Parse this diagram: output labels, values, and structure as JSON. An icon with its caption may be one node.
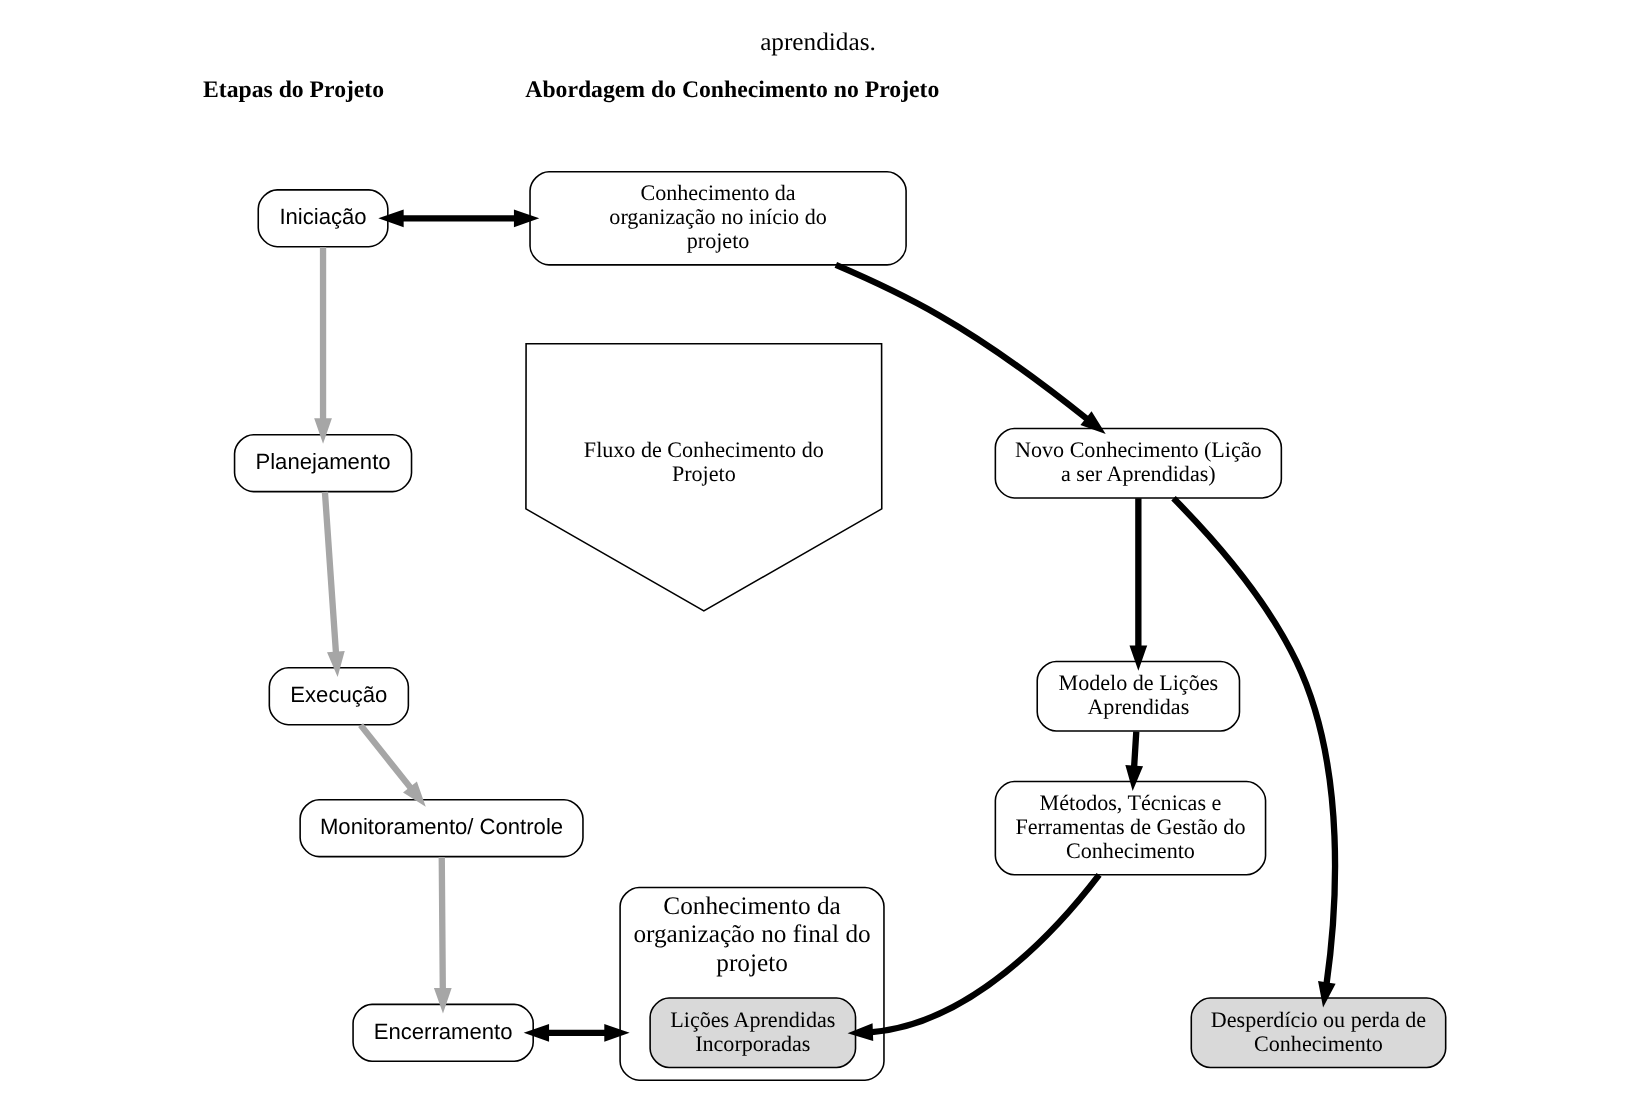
{
  "diagram": {
    "caption": "aprendidas.",
    "nodes": [
      {
        "text": [
          "Iniciação"
        ]
      },
      {
        "text": [
          "Planejamento"
        ]
      },
      {
        "text": [
          "Execução"
        ]
      },
      {
        "text": [
          "Monitoramento/ Controle"
        ]
      },
      {
        "text": [
          "Encerramento"
        ]
      },
      {
        "text": [
          "Conhecimento da organização no início do projeto"
        ]
      },
      {
        "text": [
          "Novo Conhecimento (Lição a ser Aprendidas)"
        ]
      },
      {
        "text": [
          "Modelo de Lições Aprendidas"
        ]
      },
      {
        "text": [
          "Métodos, Técnicas e Ferramentas de Gestão do Conhecimento"
        ]
      },
      {
        "text": [
          "Conhecimento da organização no final do projeto"
        ]
      },
      {
        "text": [
          "Lições Aprendidas Incorporadas"
        ],
        "in": 9
      },
      {
        "text": [
          "Desperdício ou perda de Conhecimento"
        ]
      },
      {
        "text": [
          "Fluxo de Conhecimento do Projeto"
        ]
      }
    ],
    "edges": [
      {
        "from": 0,
        "to": 1,
        "arrow": "to",
        "color": "#a6a6a6"
      },
      {
        "from": 1,
        "to": 2,
        "arrow": "to",
        "color": "#a6a6a6"
      },
      {
        "from": 2,
        "to": 3,
        "arrow": "to",
        "color": "#a6a6a6"
      },
      {
        "from": 3,
        "to": 4,
        "arrow": "to",
        "color": "#a6a6a6"
      },
      {
        "from": 0,
        "to": 5,
        "arrow": "both"
      },
      {
        "from": 4,
        "to": 9,
        "arrow": "both"
      },
      {
        "from": 5,
        "to": 6,
        "arrow": "to"
      },
      {
        "from": 6,
        "to": 7,
        "arrow": "to"
      },
      {
        "from": 7,
        "to": 8,
        "arrow": "to"
      },
      {
        "from": 8,
        "to": 10,
        "arrow": "to"
      },
      {
        "from": 6,
        "to": 11,
        "arrow": "to"
      }
    ],
    "labels": [
      "Etapas do Projeto",
      "Abordagem do Conhecimento no Projeto"
    ]
  }
}
